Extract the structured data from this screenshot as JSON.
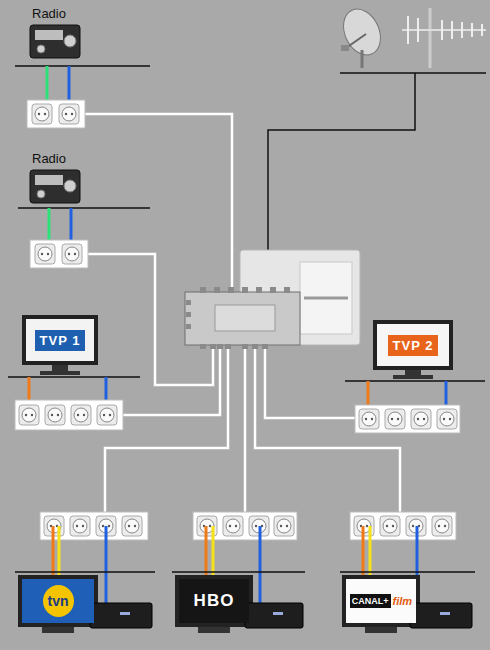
{
  "diagram": {
    "nodes": [
      {
        "text": [
          "Radio"
        ]
      },
      {
        "text": [
          "Radio"
        ]
      },
      {
        "text": [
          "TVP 1"
        ]
      },
      {
        "text": [
          "TVP 2"
        ]
      },
      {
        "text": [
          "tvn"
        ]
      },
      {
        "text": [
          "HBO"
        ]
      },
      {
        "text": [
          "CANAL+",
          "film"
        ]
      }
    ]
  }
}
